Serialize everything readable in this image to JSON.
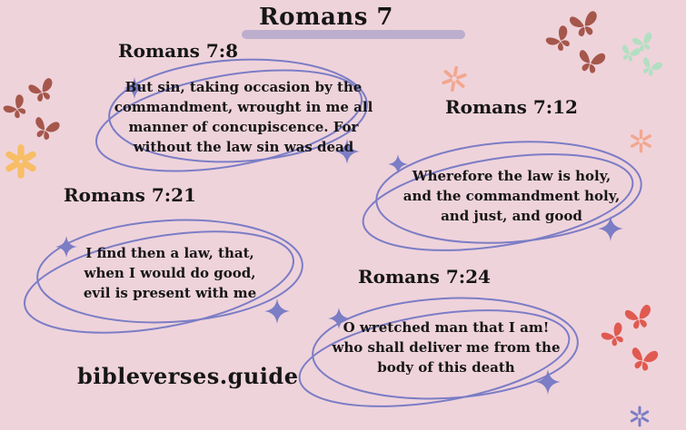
{
  "page": {
    "title": "Romans 7",
    "site": "bibleverses.guide"
  },
  "bubbles": [
    {
      "heading": "Romans 7:8",
      "lines": [
        "But sin, taking occasion by the",
        "commandment, wrought in me all",
        "manner of concupiscence. For",
        "without the law sin was dead"
      ]
    },
    {
      "heading": "Romans 7:12",
      "lines": [
        "Wherefore the law is holy,",
        "and the commandment holy,",
        "and just, and good"
      ]
    },
    {
      "heading": "Romans 7:21",
      "lines": [
        "I find then a law, that,",
        "when I would do good,",
        "evil is present with me"
      ]
    },
    {
      "heading": "Romans 7:24",
      "lines": [
        "O wretched man that I am!",
        "who shall deliver me from the",
        "body of this death"
      ]
    }
  ],
  "colors": {
    "background": "#efd3db",
    "accent_purple": "#7b7dc5",
    "title_bar": "#bcaecd",
    "text": "#161616",
    "butterfly_brown": "#a5574b",
    "butterfly_red": "#e05a50",
    "butterfly_mint": "#b2dfc2",
    "flower_yellow": "#f7be67",
    "asterisk_salmon": "#f2a78f"
  },
  "icons": {
    "butterfly": "butterfly-icon",
    "sparkle": "sparkle-icon",
    "asterisk_flower": "asterisk-flower-icon"
  }
}
